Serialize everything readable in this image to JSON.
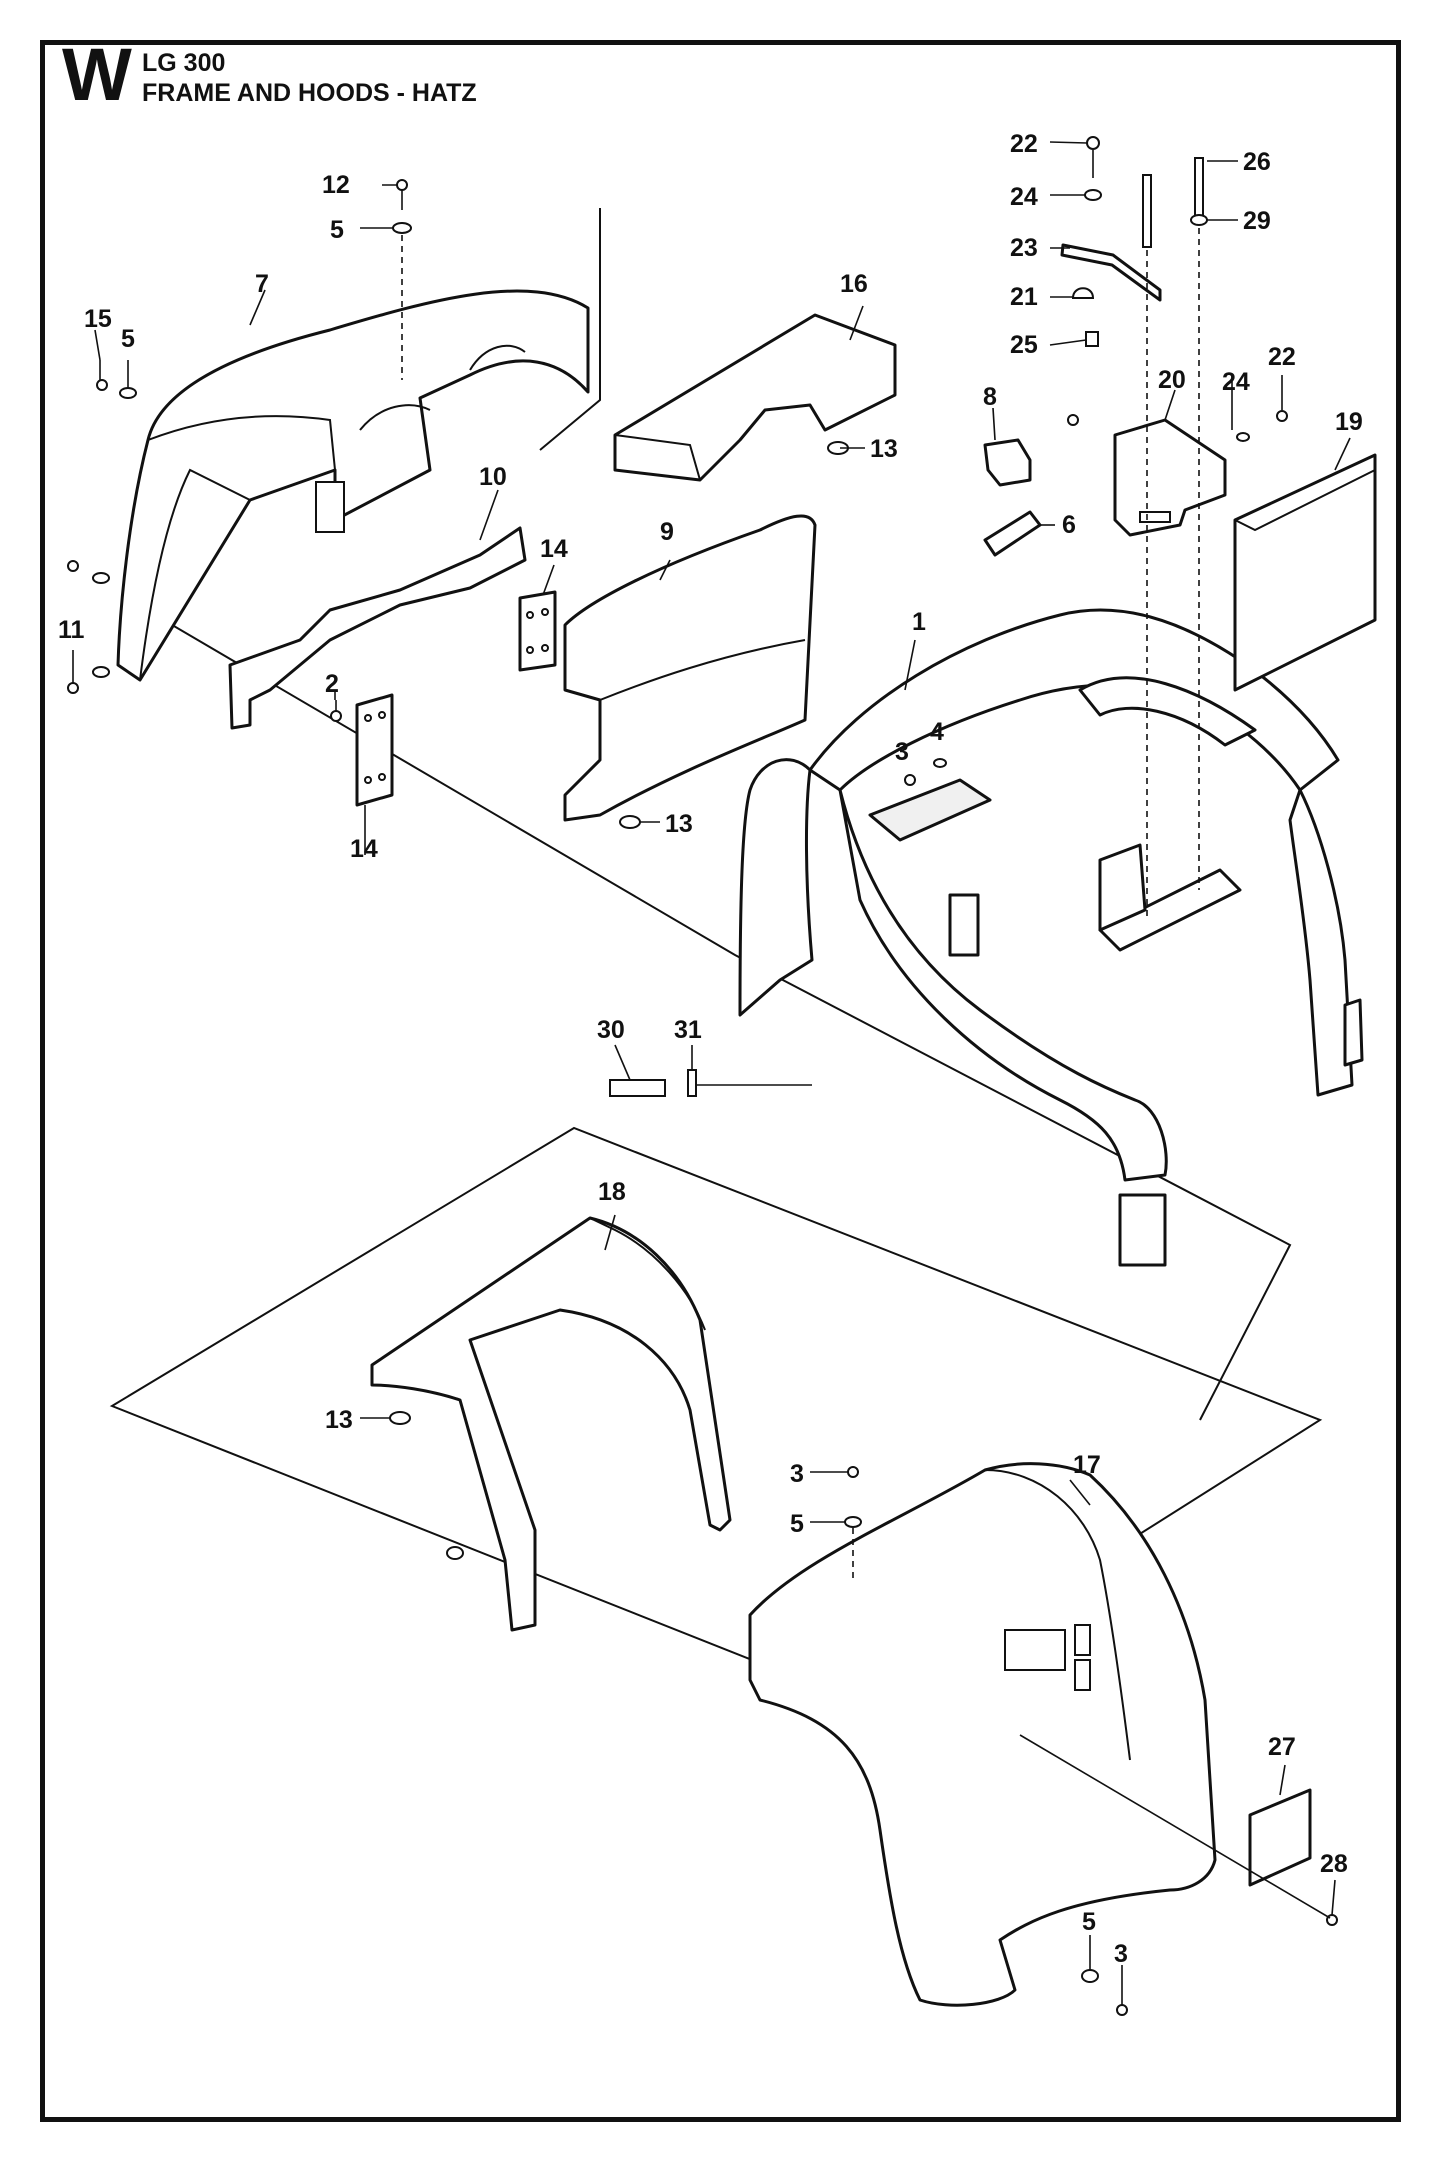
{
  "header": {
    "section_letter": "W",
    "model": "LG 300",
    "title": "FRAME AND HOODS - HATZ"
  },
  "callouts": [
    {
      "id": "c1",
      "text": "1"
    },
    {
      "id": "c2",
      "text": "2"
    },
    {
      "id": "c3a",
      "text": "3"
    },
    {
      "id": "c3b",
      "text": "3"
    },
    {
      "id": "c3c",
      "text": "3"
    },
    {
      "id": "c4",
      "text": "4"
    },
    {
      "id": "c5a",
      "text": "5"
    },
    {
      "id": "c5b",
      "text": "5"
    },
    {
      "id": "c5c",
      "text": "5"
    },
    {
      "id": "c5d",
      "text": "5"
    },
    {
      "id": "c6",
      "text": "6"
    },
    {
      "id": "c7",
      "text": "7"
    },
    {
      "id": "c8",
      "text": "8"
    },
    {
      "id": "c9",
      "text": "9"
    },
    {
      "id": "c10",
      "text": "10"
    },
    {
      "id": "c11",
      "text": "11"
    },
    {
      "id": "c12",
      "text": "12"
    },
    {
      "id": "c13a",
      "text": "13"
    },
    {
      "id": "c13b",
      "text": "13"
    },
    {
      "id": "c13c",
      "text": "13"
    },
    {
      "id": "c14a",
      "text": "14"
    },
    {
      "id": "c14b",
      "text": "14"
    },
    {
      "id": "c15",
      "text": "15"
    },
    {
      "id": "c16",
      "text": "16"
    },
    {
      "id": "c17",
      "text": "17"
    },
    {
      "id": "c18",
      "text": "18"
    },
    {
      "id": "c19",
      "text": "19"
    },
    {
      "id": "c20",
      "text": "20"
    },
    {
      "id": "c21",
      "text": "21"
    },
    {
      "id": "c22a",
      "text": "22"
    },
    {
      "id": "c22b",
      "text": "22"
    },
    {
      "id": "c23",
      "text": "23"
    },
    {
      "id": "c24a",
      "text": "24"
    },
    {
      "id": "c24b",
      "text": "24"
    },
    {
      "id": "c25",
      "text": "25"
    },
    {
      "id": "c26",
      "text": "26"
    },
    {
      "id": "c27",
      "text": "27"
    },
    {
      "id": "c28",
      "text": "28"
    },
    {
      "id": "c29",
      "text": "29"
    },
    {
      "id": "c30",
      "text": "30"
    },
    {
      "id": "c31",
      "text": "31"
    }
  ]
}
